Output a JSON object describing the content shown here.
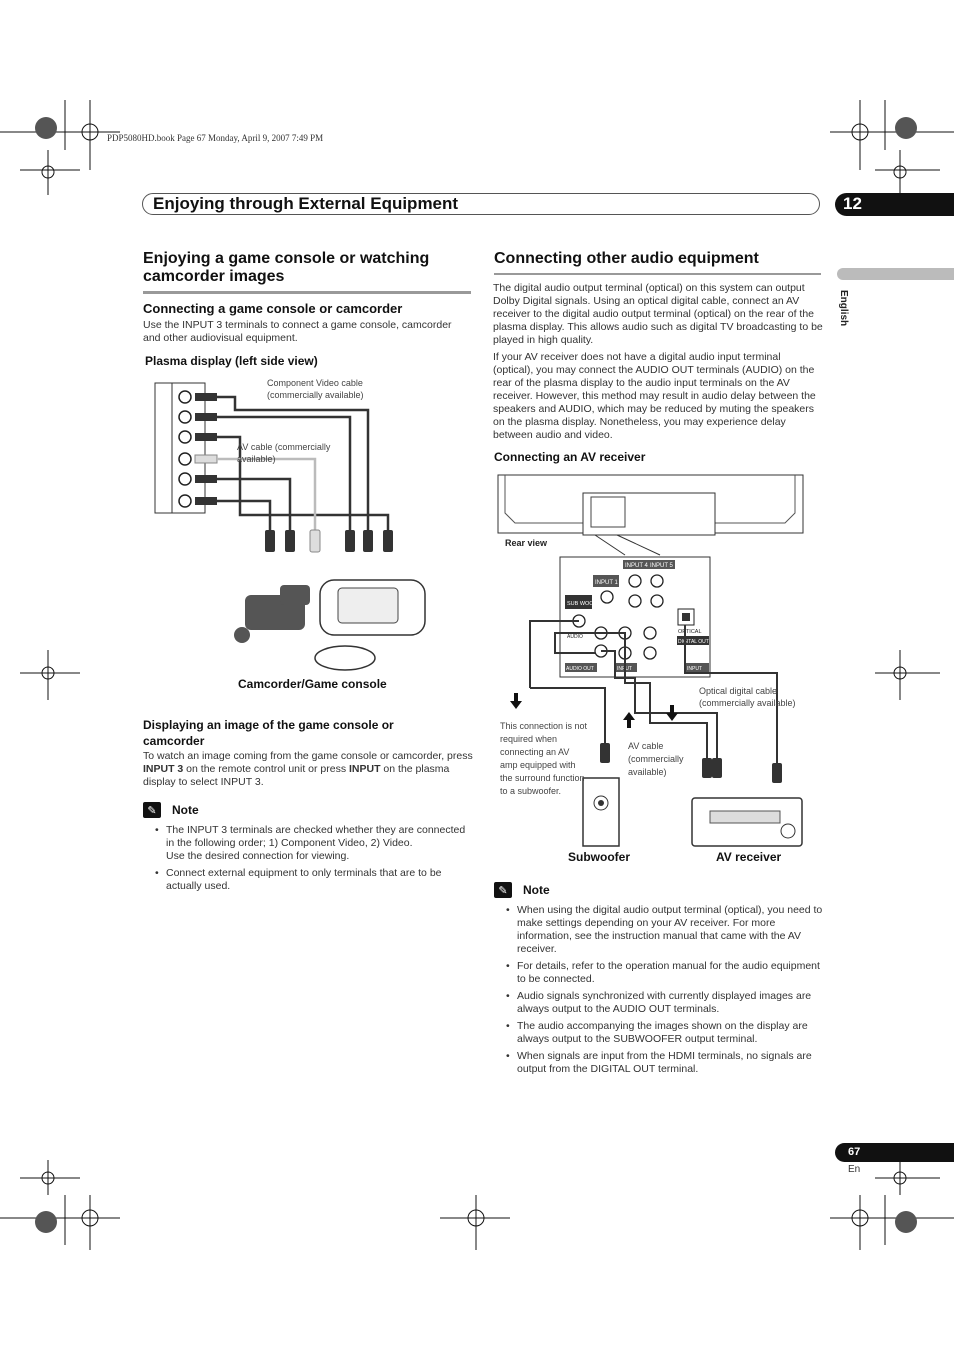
{
  "book_info": "PDP5080HD.book  Page 67  Monday, April 9, 2007  7:49 PM",
  "header": {
    "title": "Enjoying through External Equipment",
    "chapter": "12"
  },
  "language_tab": "English",
  "left": {
    "section_title": "Enjoying a game console or watching camcorder images",
    "sub1_title": "Connecting a game console or camcorder",
    "sub1_body": "Use the INPUT 3 terminals to connect a game console, camcorder and other audiovisual equipment.",
    "figure_title": "Plasma display (left side view)",
    "cap_component": "Component Video cable (commercially available)",
    "cap_av": "AV cable (commercially available)",
    "cap_device": "Camcorder/Game console",
    "sub2_title": "Displaying an image of the game console or camcorder",
    "sub2_p1": "To watch an image coming from the game console or camcorder, press ",
    "sub2_b1": "INPUT 3",
    "sub2_p2": " on the remote control unit or press ",
    "sub2_b2": "INPUT",
    "sub2_p3": " on the plasma display to select INPUT 3.",
    "note_label": "Note",
    "notes": [
      "The INPUT 3 terminals are checked whether they are connected in the following order; 1) Component Video, 2) Video.",
      "Use the desired connection for viewing.",
      "Connect external equipment to only terminals that are to be actually used."
    ]
  },
  "right": {
    "section_title": "Connecting other audio equipment",
    "p1": "The digital audio output terminal (optical) on this system can output Dolby Digital signals. Using an optical digital cable, connect an AV receiver to the digital audio output terminal (optical) on the rear of the plasma display. This allows audio such as digital TV broadcasting to be played in high quality.",
    "p2": "If your AV receiver does not have a digital audio input terminal (optical), you may connect the AUDIO OUT terminals (AUDIO) on the rear of the plasma display to the audio input terminals on the AV receiver. However, this method may result in audio delay between the speakers and AUDIO, which may be reduced by muting the speakers on the plasma display. Nonetheless, you may experience delay between audio and video.",
    "sub_title": "Connecting an AV receiver",
    "cap_rear": "Rear view",
    "cap_optical": "Optical digital cable (commercially available)",
    "cap_sub_note": "This connection is not required when connecting an AV amp equipped with the surround function to a subwoofer.",
    "cap_av": "AV cable (commercially available)",
    "cap_subwoofer": "Subwoofer",
    "cap_receiver": "AV receiver",
    "panel_labels": {
      "input1": "INPUT 1",
      "input4": "INPUT 4",
      "input5": "INPUT 5",
      "sub_woofer": "SUB WOOFER",
      "audio": "AUDIO",
      "audio_out": "AUDIO OUT",
      "optical": "OPTICAL",
      "digital_out": "DIGITAL OUT",
      "input": "INPUT"
    },
    "note_label": "Note",
    "notes": [
      "When using the digital audio output terminal (optical), you need to make settings depending on your AV receiver. For more information, see the instruction manual that came with the AV receiver.",
      "For details, refer to the operation manual for the audio equipment to be connected.",
      "Audio signals synchronized with currently displayed images are always output to the AUDIO OUT terminals.",
      "The audio accompanying the images shown on the display are always output to the SUBWOOFER output terminal.",
      "When signals are input from the HDMI terminals, no signals are output from the DIGITAL OUT terminal."
    ]
  },
  "footer": {
    "page": "67",
    "lang": "En"
  }
}
